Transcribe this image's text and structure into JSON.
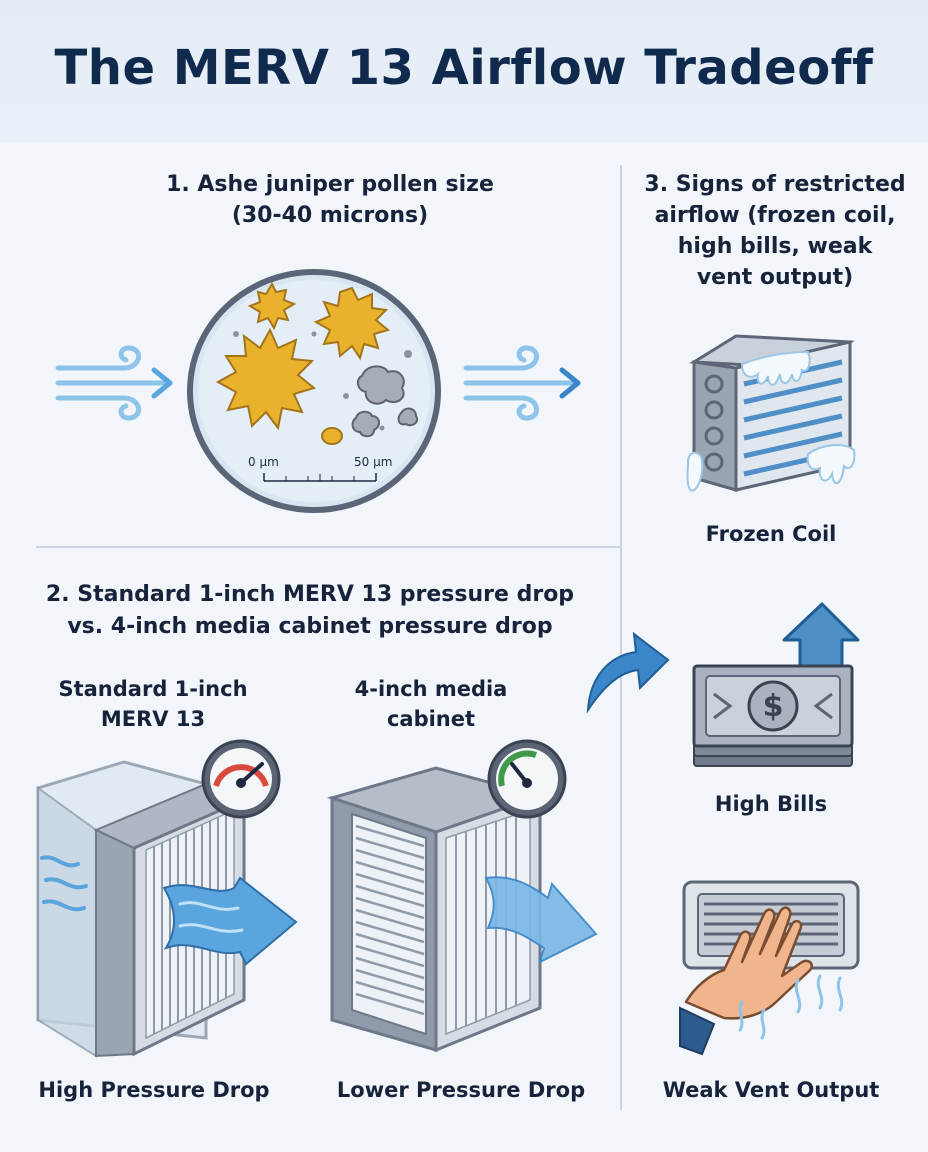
{
  "title": "The MERV 13 Airflow Tradeoff",
  "section1": {
    "heading_line1": "1. Ashe juniper pollen size",
    "heading_line2": "(30-40 microns)",
    "scale_start": "0 µm",
    "scale_end": "50 µm"
  },
  "section2": {
    "heading_line1": "2. Standard 1-inch MERV 13 pressure drop",
    "heading_line2": "vs. 4-inch media cabinet pressure drop",
    "left_label_line1": "Standard 1-inch",
    "left_label_line2": "MERV 13",
    "left_caption": "High Pressure Drop",
    "right_label_line1": "4-inch media",
    "right_label_line2": "cabinet",
    "right_caption": "Lower Pressure Drop"
  },
  "section3": {
    "heading_line1": "3. Signs of restricted",
    "heading_line2": "airflow (frozen coil,",
    "heading_line3": "high bills, weak",
    "heading_line4": "vent output)",
    "sign1": "Frozen Coil",
    "sign2": "High Bills",
    "sign3": "Weak Vent Output"
  },
  "colors": {
    "title": "#0f2a4c",
    "pollen": "#e8b22d",
    "airflow": "#5aa5dd",
    "gauge_high": "#d94a3d",
    "gauge_low": "#3f9a4a",
    "frame": "#8f9bab"
  }
}
